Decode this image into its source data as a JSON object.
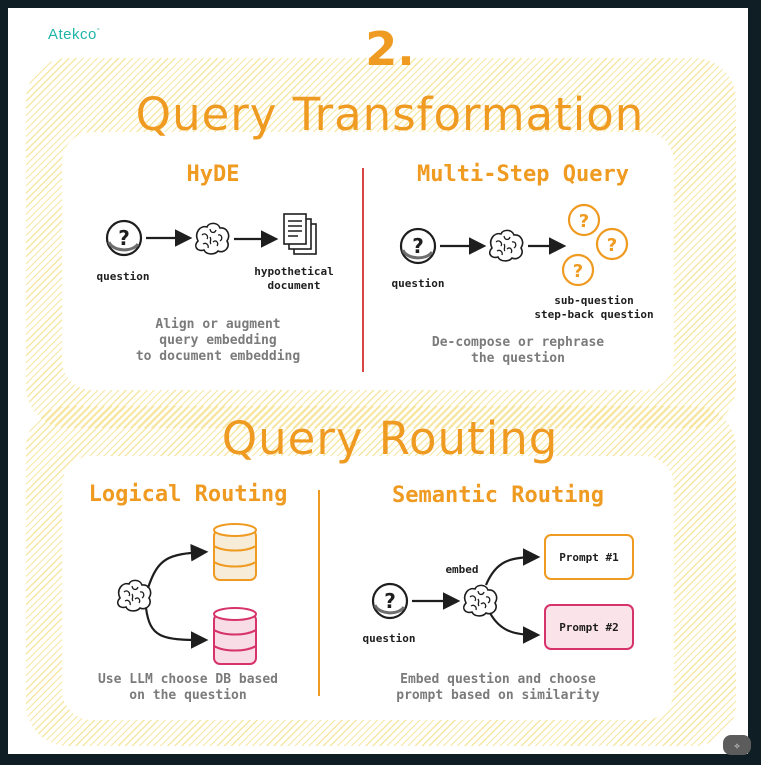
{
  "brand": {
    "logo": "Atekco",
    "mark": "°"
  },
  "section_number": "2.",
  "sections": {
    "transformation": {
      "title": "Query Transformation",
      "hyde": {
        "title": "HyDE",
        "question_label": "question",
        "output_label_line1": "hypothetical",
        "output_label_line2": "document",
        "desc_line1": "Align or augment",
        "desc_line2": "query embedding",
        "desc_line3": "to document embedding"
      },
      "multistep": {
        "title": "Multi-Step Query",
        "question_label": "question",
        "output_label_line1": "sub-question",
        "output_label_line2": "step-back question",
        "desc_line1": "De-compose or rephrase",
        "desc_line2": "the question"
      }
    },
    "routing": {
      "title": "Query Routing",
      "logical": {
        "title": "Logical Routing",
        "desc_line1": "Use LLM choose DB based",
        "desc_line2": "on the question"
      },
      "semantic": {
        "title": "Semantic Routing",
        "embed_label": "embed",
        "question_label": "question",
        "prompt1": "Prompt #1",
        "prompt2": "Prompt #2",
        "desc_line1": "Embed question and choose",
        "desc_line2": "prompt based on similarity"
      }
    }
  },
  "icons": [
    "question-icon",
    "brain-icon",
    "document-stack-icon",
    "arrow-icon",
    "database-icon",
    "magic-wand-icon"
  ],
  "colors": {
    "accent": "#ef9a20",
    "hatch": "#f6e49a",
    "teal": "#20b5a9",
    "pink": "#d6336c",
    "divider_red": "#d94545",
    "background": "#0f1d24"
  }
}
